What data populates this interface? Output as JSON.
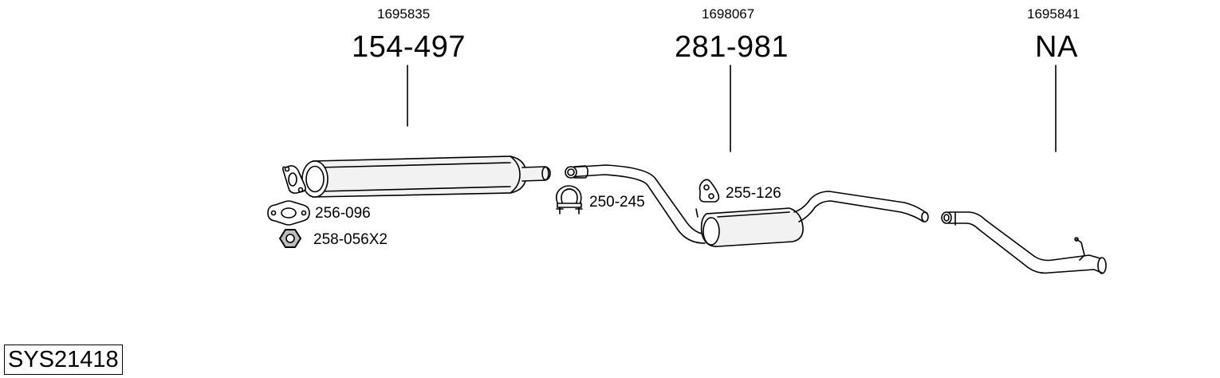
{
  "groups": [
    {
      "oem": "1695835",
      "part": "154-497"
    },
    {
      "oem": "1698067",
      "part": "281-981"
    },
    {
      "oem": "1695841",
      "part": "NA"
    }
  ],
  "accessories": [
    {
      "code": "256-096",
      "icon": "gasket-icon"
    },
    {
      "code": "258-056X2",
      "icon": "hex-nut-icon"
    },
    {
      "code": "250-245",
      "icon": "clamp-icon"
    },
    {
      "code": "255-126",
      "icon": "rubber-hanger-icon"
    }
  ],
  "system_code": "SYS21418"
}
